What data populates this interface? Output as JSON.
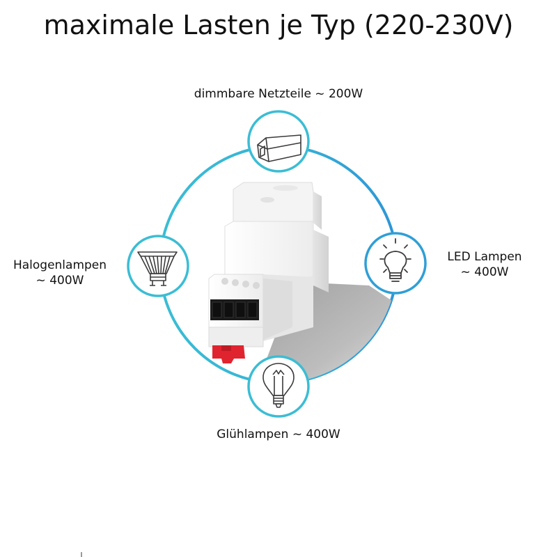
{
  "title": "maximale Lasten je Typ (220-230V)",
  "ring": {
    "gradient_start": "#3bbdd4",
    "gradient_end": "#2e95d6"
  },
  "nodes": [
    {
      "id": "netzteile",
      "icon": "power-supply-icon",
      "label_line1": "dimmbare Netzteile ~ 200W",
      "label_line2": ""
    },
    {
      "id": "halogen",
      "icon": "halogen-spot-lamp-icon",
      "label_line1": "Halogenlampen",
      "label_line2": "~ 400W"
    },
    {
      "id": "led",
      "icon": "led-bulb-icon",
      "label_line1": "LED Lampen",
      "label_line2": "~ 400W"
    },
    {
      "id": "gluehlampen",
      "icon": "incandescent-bulb-icon",
      "label_line1": "Glühlampen ~ 400W",
      "label_line2": ""
    }
  ],
  "device": {
    "name": "din-rail-dimmer",
    "body_color": "#f2f2f2",
    "clip_color": "#e0242f",
    "terminal_color": "#1a1a1a"
  }
}
